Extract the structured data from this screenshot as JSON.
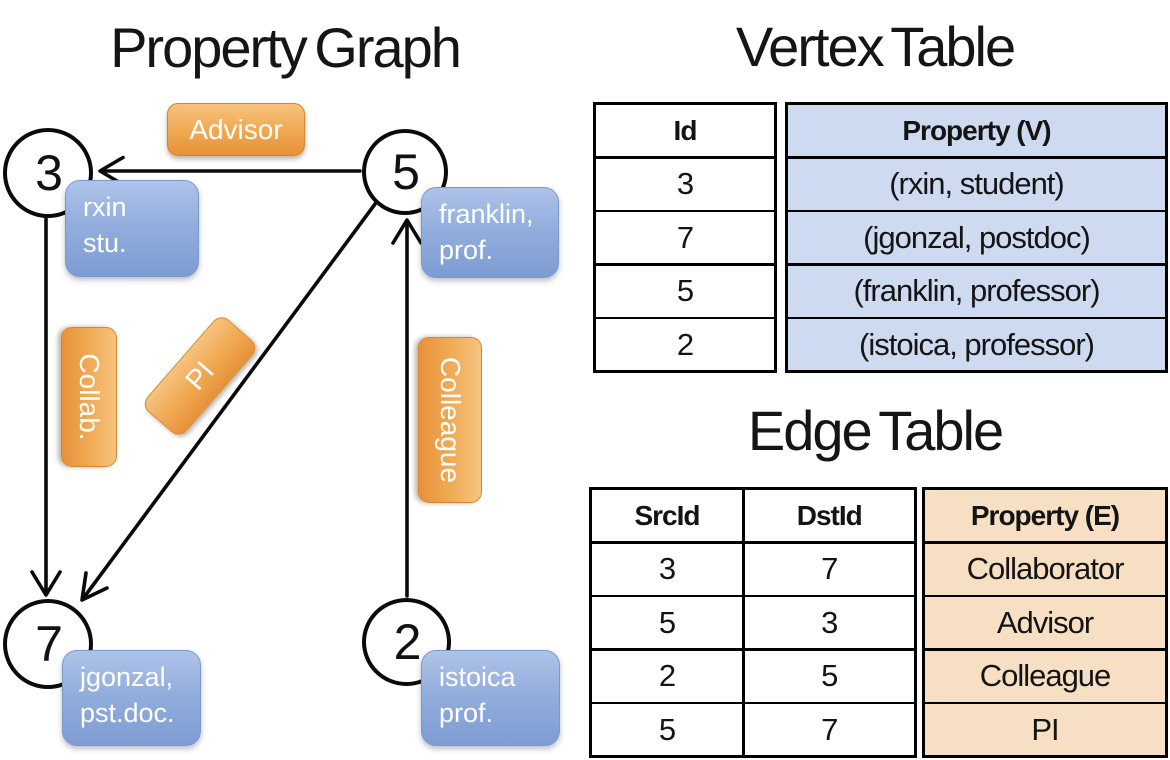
{
  "colors": {
    "edge_label_orange": "#EFA851",
    "vertex_label_blue": "#8FA9DB",
    "vertex_table_fill": "#CEDAF0",
    "edge_table_fill": "#F6DFC3",
    "line_color": "#000000"
  },
  "graph_panel": {
    "title": "Property Graph",
    "nodes": [
      {
        "id": "3",
        "label_line1": "rxin",
        "label_line2": "stu."
      },
      {
        "id": "5",
        "label_line1": "franklin,",
        "label_line2": "prof."
      },
      {
        "id": "7",
        "label_line1": "jgonzal,",
        "label_line2": "pst.doc."
      },
      {
        "id": "2",
        "label_line1": "istoica",
        "label_line2": "prof."
      }
    ],
    "edge_labels": {
      "advisor": "Advisor",
      "collab": "Collab.",
      "pi": "PI",
      "colleague": "Colleague"
    }
  },
  "vertex_table": {
    "title": "Vertex Table",
    "headers": {
      "id": "Id",
      "property": "Property (V)"
    },
    "rows": [
      {
        "id": "3",
        "property": "(rxin, student)"
      },
      {
        "id": "7",
        "property": "(jgonzal, postdoc)"
      },
      {
        "id": "5",
        "property": "(franklin, professor)"
      },
      {
        "id": "2",
        "property": "(istoica, professor)"
      }
    ]
  },
  "edge_table": {
    "title": "Edge Table",
    "headers": {
      "src": "SrcId",
      "dst": "DstId",
      "property": "Property (E)"
    },
    "rows": [
      {
        "src": "3",
        "dst": "7",
        "property": "Collaborator"
      },
      {
        "src": "5",
        "dst": "3",
        "property": "Advisor"
      },
      {
        "src": "2",
        "dst": "5",
        "property": "Colleague"
      },
      {
        "src": "5",
        "dst": "7",
        "property": "PI"
      }
    ]
  }
}
